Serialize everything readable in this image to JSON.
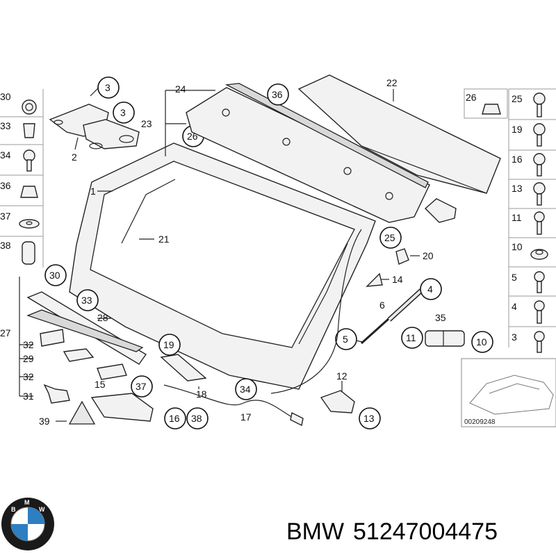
{
  "callouts": {
    "c1": "1",
    "c2": "2",
    "c3a": "3",
    "c3b": "3",
    "c4": "4",
    "c5": "5",
    "c6": "6",
    "c11": "11",
    "c12": "12",
    "c13": "13",
    "c14": "14",
    "c15": "15",
    "c16": "16",
    "c17": "17",
    "c18": "18",
    "c19": "19",
    "c20": "20",
    "c21": "21",
    "c22": "22",
    "c23": "23",
    "c24": "24",
    "c25": "25",
    "c26": "26",
    "c27": "27",
    "c28": "28",
    "c29": "29",
    "c30": "30",
    "c31": "31",
    "c32a": "32",
    "c32b": "32",
    "c33": "33",
    "c34": "34",
    "c35": "35",
    "c36": "36",
    "c37": "37",
    "c38": "38",
    "c39": "39",
    "c10": "10"
  },
  "left_column": [
    "30",
    "33",
    "34",
    "36",
    "37",
    "38"
  ],
  "right_column": [
    "26",
    "25",
    "19",
    "16",
    "13",
    "11",
    "10",
    "5",
    "4",
    "3"
  ],
  "inset_code": "00209248",
  "footer": {
    "brand": "BMW",
    "part_number": "51247004475",
    "logo_letters": [
      "B",
      "M",
      "W"
    ]
  },
  "colors": {
    "line": "#222222",
    "part_fill": "#f2f2f2",
    "logo_blue": "#2d7fc1"
  }
}
